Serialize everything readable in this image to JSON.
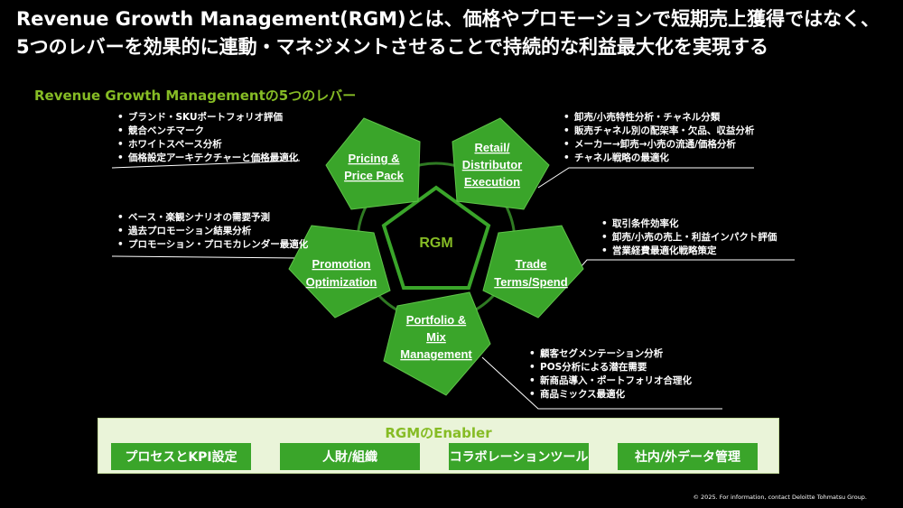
{
  "title": {
    "line1": "Revenue Growth Management(RGM)とは、価格やプロモーションで短期売上獲得ではなく、",
    "line2": "5つのレバーを効果的に連動・マネジメントさせることで持続的な利益最大化を実現する"
  },
  "subtitle": "Revenue Growth Managementの5つのレバー",
  "center_label": "RGM",
  "levers": {
    "pricing": {
      "line1": "Pricing &",
      "line2": "Price Pack"
    },
    "retail": {
      "line1": "Retail/",
      "line2": "Distributor",
      "line3": "Execution"
    },
    "promotion": {
      "line1": "Promotion",
      "line2": "Optimization"
    },
    "trade": {
      "line1": "Trade",
      "line2": "Terms/Spend"
    },
    "portfolio": {
      "line1": "Portfolio &",
      "line2": "Mix",
      "line3": "Management"
    }
  },
  "bullets": {
    "pricing": [
      "ブランド・SKUポートフォリオ評価",
      "競合ベンチマーク",
      "ホワイトスペース分析",
      "価格設定アーキテクチャーと価格最適化"
    ],
    "retail": [
      "卸売/小売特性分析・チャネル分類",
      "販売チャネル別の配架率・欠品、収益分析",
      "メーカー→卸売→小売の流通/価格分析",
      "チャネル戦略の最適化"
    ],
    "promotion": [
      "ベース・楽観シナリオの需要予測",
      "過去プロモーション結果分析",
      "プロモーション・プロモカレンダー最適化"
    ],
    "trade": [
      "取引条件効率化",
      "卸売/小売の売上・利益インパクト評価",
      "営業経費最適化戦略策定"
    ],
    "portfolio": [
      "顧客セグメンテーション分析",
      "POS分析による潜在需要",
      "新商品導入・ポートフォリオ合理化",
      "商品ミックス最適化"
    ]
  },
  "enabler": {
    "title": "RGMのEnabler",
    "items": [
      "プロセスとKPI設定",
      "人財/組織",
      "コラボレーションツール",
      "社内/外データ管理"
    ]
  },
  "footer": "© 2025. For information, contact Deloitte Tohmatsu Group.",
  "colors": {
    "accent": "#86bc25",
    "pentagon_fill": "#3aa52a",
    "pentagon_stroke": "#5fc34a",
    "center_fill": "#000000"
  }
}
